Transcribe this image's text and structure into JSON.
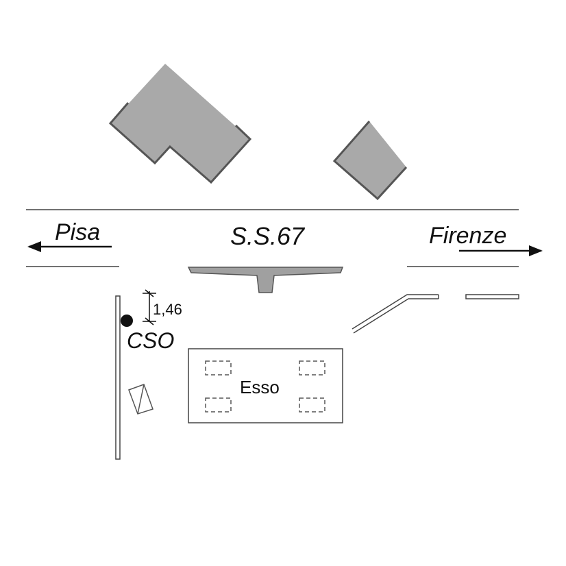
{
  "labels": {
    "west_destination": "Pisa",
    "road_name": "S.S.67",
    "east_destination": "Firenze",
    "measurement": "1,46",
    "marker": "CSO",
    "station": "Esso"
  },
  "colors": {
    "building_fill": "#a9a9a9",
    "building_edge": "#555555",
    "island_fill": "#a0a0a0",
    "line": "#444444"
  }
}
